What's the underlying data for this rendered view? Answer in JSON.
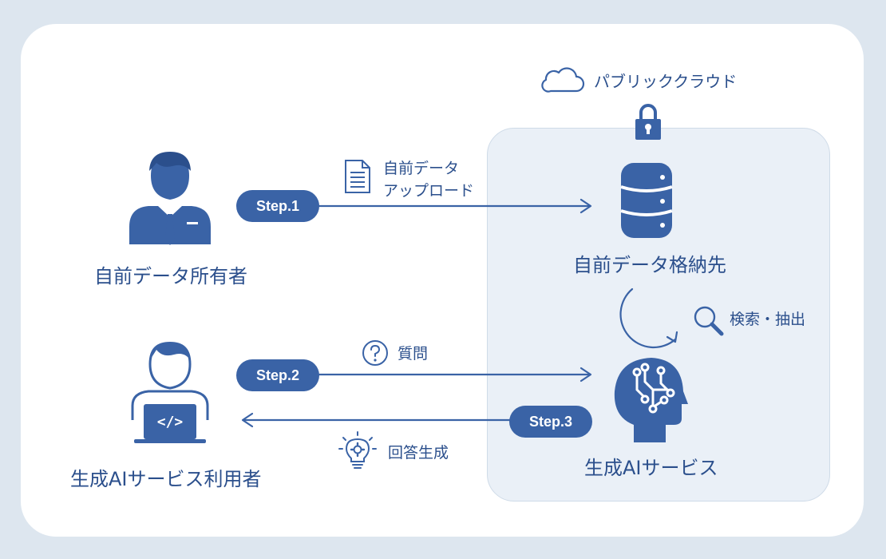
{
  "cloud": {
    "label": "パブリッククラウド"
  },
  "actors": {
    "owner": "自前データ所有者",
    "user": "生成AIサービス利用者"
  },
  "components": {
    "storage": "自前データ格納先",
    "ai_service": "生成AIサービス"
  },
  "steps": {
    "step1": {
      "badge": "Step.1",
      "caption_line1": "自前データ",
      "caption_line2": "アップロード"
    },
    "step2": {
      "badge": "Step.2",
      "caption": "質問"
    },
    "step3": {
      "badge": "Step.3",
      "caption": "回答生成"
    }
  },
  "retrieval": {
    "label": "検索・抽出"
  },
  "colors": {
    "primary": "#3a63a6",
    "background": "#dde6ef",
    "zone": "#eaf0f7"
  }
}
